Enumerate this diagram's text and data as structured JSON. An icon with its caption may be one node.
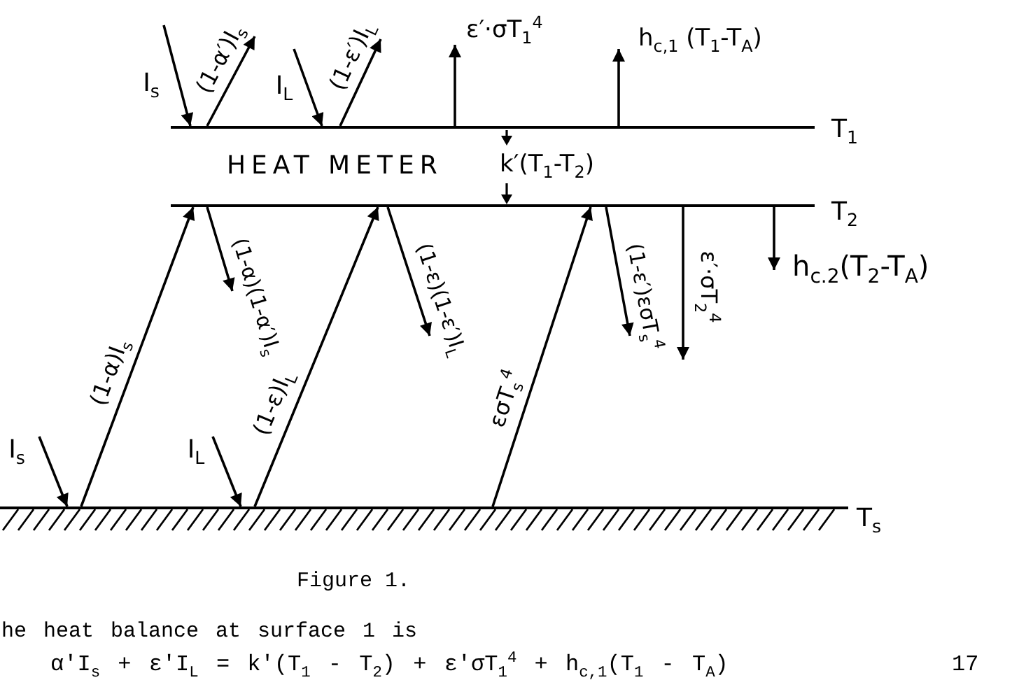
{
  "diagram": {
    "caption": "Figure 1.",
    "nodes": [
      {
        "text": [
          "HEAT METER"
        ],
        "beside": [
          "T$_{1}$",
          "T$_{2}$"
        ]
      },
      {
        "text": [],
        "shape": "bar",
        "beside": [
          "T$_{s}$"
        ]
      }
    ],
    "edges": [
      {
        "from": null,
        "to": 0,
        "arrow": "to",
        "label": "I$_{s}$"
      },
      {
        "from": 0,
        "to": null,
        "arrow": "to",
        "label": "(1-α′)I$_{s}$"
      },
      {
        "from": null,
        "to": 0,
        "arrow": "to",
        "label": "I$_{L}$"
      },
      {
        "from": 0,
        "to": null,
        "arrow": "to",
        "label": "(1-ε′)I$_{L}$"
      },
      {
        "from": 0,
        "to": null,
        "arrow": "to",
        "label": "ε′·σT$_{1}$$^{4}$"
      },
      {
        "from": 0,
        "to": null,
        "arrow": "to",
        "label": "h$_{c,1}$ (T$_{1}$-T$_{A}$)"
      },
      {
        "from": null,
        "to": 1,
        "arrow": "to",
        "label": "I$_{s}$"
      },
      {
        "from": 1,
        "to": 0,
        "arrow": "to",
        "label": "(1-α)I$_{s}$"
      },
      {
        "from": 0,
        "to": null,
        "arrow": "to",
        "label": "(1-α)(1-α′)I$_{s}$"
      },
      {
        "from": null,
        "to": 1,
        "arrow": "to",
        "label": "I$_{L}$"
      },
      {
        "from": 1,
        "to": 0,
        "arrow": "to",
        "label": "(1-ε)I$_{L}$"
      },
      {
        "from": 0,
        "to": null,
        "arrow": "to",
        "label": "(1-ε)(1-ε′)I$_{L}$"
      },
      {
        "from": 1,
        "to": 0,
        "arrow": "to",
        "label": "εσT$_{s}$$^{4}$"
      },
      {
        "from": 0,
        "to": null,
        "arrow": "to",
        "label": "(1-ε′)εσT$_{s}$$^{4}$"
      },
      {
        "from": 0,
        "to": null,
        "arrow": "to",
        "label": "ε′·σT$_{2}$$^{4}$"
      },
      {
        "from": 0,
        "to": null,
        "arrow": "to",
        "label": "h$_{c.2}$(T$_{2}$-T$_{A}$)"
      }
    ],
    "labels": [
      "k′(T$_{1}$-T$_{2}$)",
      "he heat balance at surface 1 is",
      "α′I$_{s}$ + ε′I$_{L}$ = k′(T$_{1}$ - T$_{2}$) + ε′σT$_{1}$$^{4}$ + h$_{c,1}$(T$_{1}$ - T$_{A}$)",
      "17"
    ]
  }
}
